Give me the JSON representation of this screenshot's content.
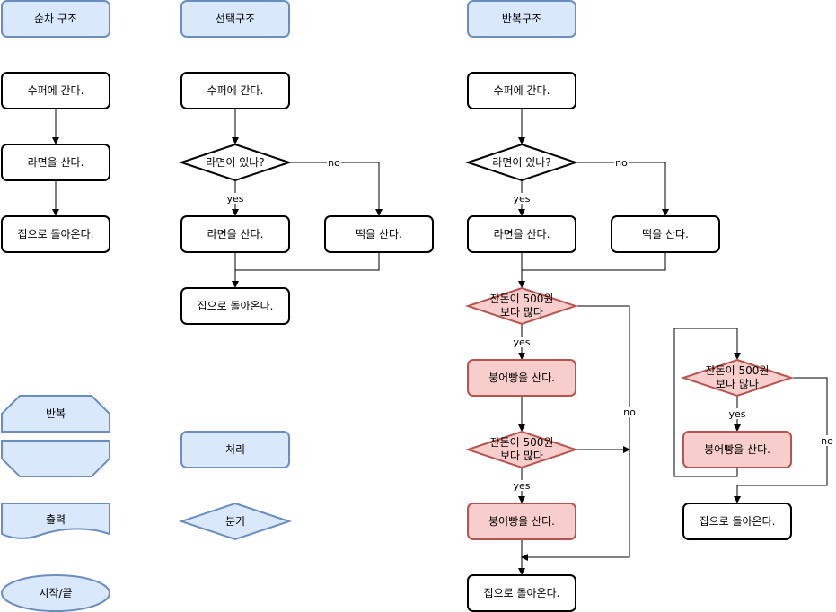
{
  "headers": {
    "sequence": "순차 구조",
    "selection": "선택구조",
    "loop": "반복구조"
  },
  "sequence": {
    "step1": "수퍼에 간다.",
    "step2": "라면을 산다.",
    "step3": "집으로 돌아온다."
  },
  "selection": {
    "step1": "수퍼에 간다.",
    "decision": "라면이 있나?",
    "yes_branch": "라면을 산다.",
    "no_branch": "떡을 산다.",
    "end": "집으로 돌아온다.",
    "yes_label": "yes",
    "no_label": "no"
  },
  "loop": {
    "step1": "수퍼에 간다.",
    "decision": "라면이 있나?",
    "yes_branch": "라면을 산다.",
    "no_branch": "떡을 산다.",
    "check1_line1": "잔돈이 500원",
    "check1_line2": "보다 많다",
    "buy1": "붕어빵을 산다.",
    "check2_line1": "잔돈이 500원",
    "check2_line2": "보다 많다",
    "buy2": "붕어빵을 산다.",
    "end": "집으로 돌아온다.",
    "yes_label": "yes",
    "no_label": "no"
  },
  "loop_compact": {
    "check_line1": "잔돈이 500원",
    "check_line2": "보다 많다",
    "buy": "붕어빵을 산다.",
    "end": "집으로 돌아온다.",
    "yes_label": "yes",
    "no_label": "no"
  },
  "legend": {
    "loop": "반복",
    "process": "처리",
    "output": "출력",
    "branch": "분기",
    "terminator": "시작/끝"
  },
  "colors": {
    "blue_fill": "#dae8fc",
    "blue_stroke": "#6c8ebf",
    "red_fill": "#f8cecc",
    "red_stroke": "#b85450"
  }
}
